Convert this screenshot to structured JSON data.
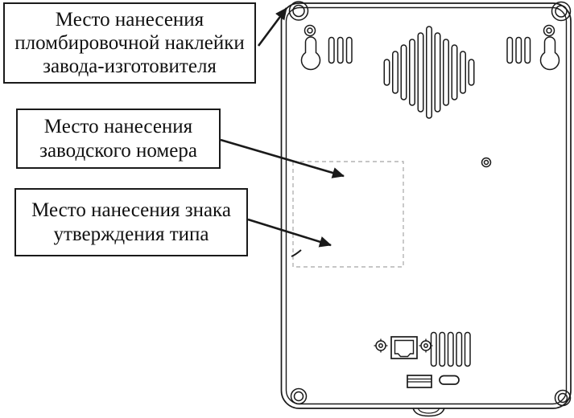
{
  "labels": [
    {
      "id": "sealing-sticker",
      "lines": [
        "Место нанесения",
        "пломбировочной наклейки",
        "завода-изготовителя"
      ],
      "target": "top-left-corner-screw"
    },
    {
      "id": "serial-number",
      "lines": [
        "Место нанесения",
        "заводского номера"
      ],
      "target": "marking-area-dashed"
    },
    {
      "id": "type-approval-mark",
      "lines": [
        "Место нанесения знака",
        "утверждения типа"
      ],
      "target": "marking-area-dashed"
    }
  ],
  "device_parts": [
    "device-outline",
    "corner-screw-top-left",
    "corner-screw-top-right",
    "corner-screw-bottom-left",
    "corner-screw-bottom-right",
    "mount-screw-left",
    "mount-keyhole-left",
    "vent-slots-top-left",
    "speaker-grille",
    "vent-slots-top-right",
    "mount-screw-right",
    "mount-keyhole-right",
    "chassis-screw-center",
    "marking-area-dashed",
    "ethernet-screw-left",
    "ethernet-port-rj45",
    "ethernet-screw-right",
    "vent-slots-bottom",
    "usb-port",
    "card-slot",
    "stand-bump"
  ],
  "colors": {
    "ink": "#1a1a1a",
    "dashed_outline": "#b3b3b3",
    "paper": "#ffffff"
  }
}
